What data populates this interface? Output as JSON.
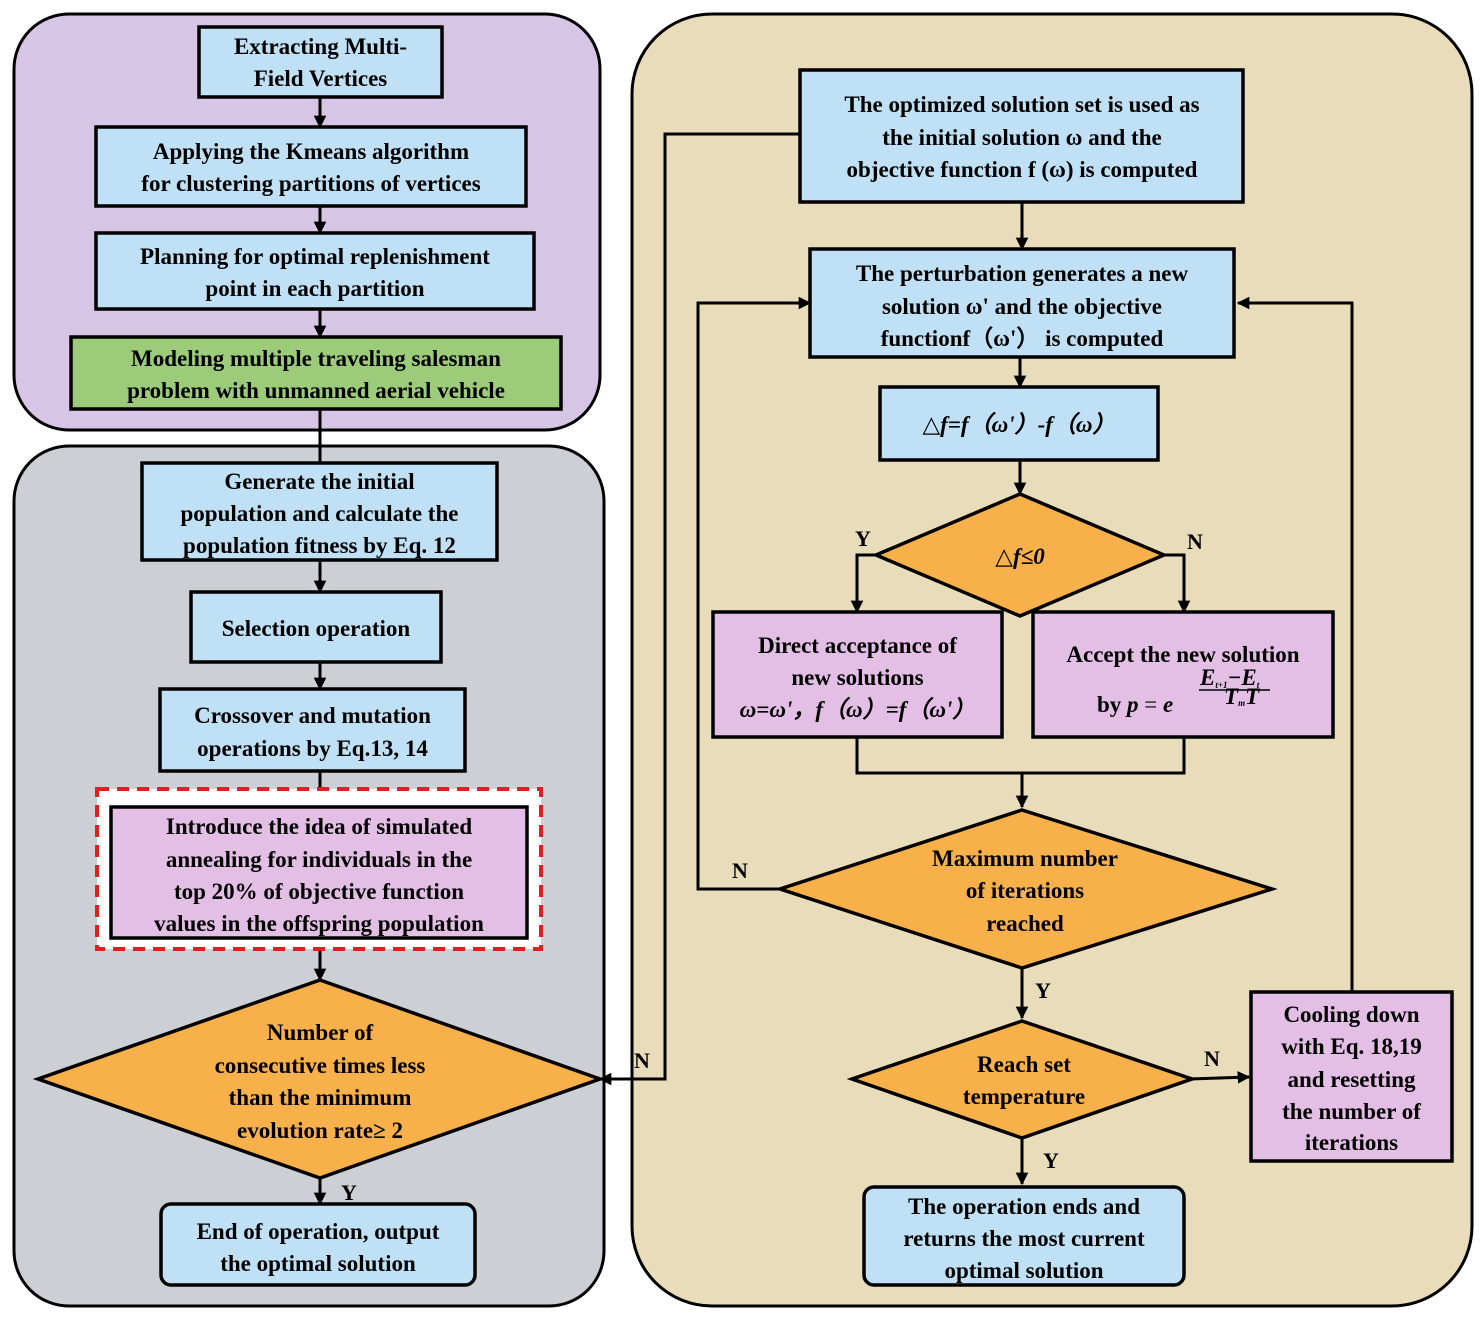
{
  "colors": {
    "purple_panel": "#d6c5e5",
    "gray_panel": "#ccd0d4",
    "tan_panel": "#e8dcbb",
    "blue_box": "#bfe0f5",
    "green_box": "#9ccc79",
    "pink_box": "#e3bfe6",
    "orange_diamond": "#f8b14a",
    "dashed_red": "#e02020"
  },
  "nodes": {
    "extract": [
      "Extracting Multi-",
      "Field Vertices"
    ],
    "kmeans": [
      "Applying the Kmeans algorithm",
      "for clustering partitions of vertices"
    ],
    "replenish": [
      "Planning for optimal replenishment",
      "point in each partition"
    ],
    "model": [
      "Modeling multiple traveling salesman",
      "problem with unmanned aerial vehicle"
    ],
    "init_pop": [
      "Generate the initial",
      "population and calculate the",
      "population fitness by Eq. 12"
    ],
    "selection": [
      "Selection operation"
    ],
    "crossover": [
      "Crossover and mutation",
      "operations  by Eq.13, 14"
    ],
    "sa_idea": [
      "Introduce the idea of simulated",
      "annealing for individuals in the",
      "top 20% of objective function",
      "values in the offspring population"
    ],
    "ga_decision": [
      "Number of",
      "consecutive times less",
      "than the minimum",
      "evolution rate≥ 2"
    ],
    "ga_end": [
      "End of operation, output",
      "the optimal solution"
    ],
    "sa_init": [
      "The optimized solution set is used as",
      "the initial solution ω and the",
      "objective function f (ω) is computed"
    ],
    "perturb": [
      "The perturbation generates a new",
      "solution ω' and the objective",
      "functionf（ω'） is computed"
    ],
    "delta": "△f=f（ω'）-f（ω）",
    "delta_check": "△f≤0",
    "accept_direct": [
      "Direct acceptance of",
      "new solutions",
      "ω=ω'，f（ω）=f（ω'）"
    ],
    "accept_prob": {
      "line1": "Accept the new solution",
      "by": "by ",
      "p": "p",
      "eq": " = ",
      "e": "e",
      "exp_num": "E",
      "exp_num_sub1": "t+1",
      "exp_minus": "−",
      "exp_num_sub2": "t",
      "exp_den_T1": "T",
      "exp_den_m": "m",
      "exp_den_T2": "T"
    },
    "max_iter": [
      "Maximum number",
      "of iterations",
      "reached"
    ],
    "reach_temp": [
      "Reach set",
      "temperature"
    ],
    "cooling": [
      "Cooling down",
      "with Eq. 18,19",
      "and resetting",
      "the number of",
      "iterations"
    ],
    "sa_end": [
      "The operation ends and",
      "returns the most current",
      "optimal solution"
    ]
  },
  "edge_labels": {
    "y": "Y",
    "n": "N"
  }
}
